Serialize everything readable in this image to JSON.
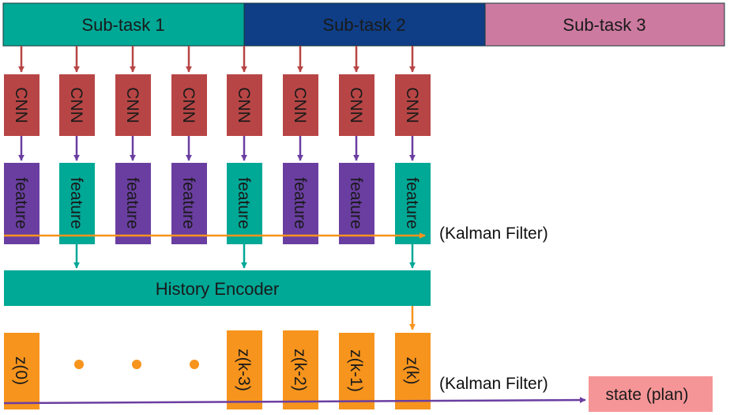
{
  "subtasks": [
    {
      "label": "Sub-task 1",
      "color": "#00a896"
    },
    {
      "label": "Sub-task 2",
      "color": "#0f3e86"
    },
    {
      "label": "Sub-task 3",
      "color": "#cd7aa0"
    }
  ],
  "cnn_blocks": [
    "CNN",
    "CNN",
    "CNN",
    "CNN",
    "CNN",
    "CNN",
    "CNN",
    "CNN"
  ],
  "feature_blocks": [
    {
      "label": "feature",
      "selected": false
    },
    {
      "label": "feature",
      "selected": true
    },
    {
      "label": "feature",
      "selected": false
    },
    {
      "label": "feature",
      "selected": false
    },
    {
      "label": "feature",
      "selected": true
    },
    {
      "label": "feature",
      "selected": false
    },
    {
      "label": "feature",
      "selected": false
    },
    {
      "label": "feature",
      "selected": true
    }
  ],
  "history_encoder": "History Encoder",
  "kalman_label_features": "(Kalman Filter)",
  "kalman_label_states": "(Kalman Filter)",
  "z_blocks": [
    "z(0)",
    "z(k-3)",
    "z(k-2)",
    "z(k-1)",
    "z(k)"
  ],
  "state_box": "state (plan)",
  "colors": {
    "teal": "#00a896",
    "navy": "#0f3e86",
    "pink": "#cd7aa0",
    "cnn": "#b84545",
    "feature_purple": "#6a3ea1",
    "orange": "#f7941d",
    "state": "#f59597",
    "arrow_red": "#b84545",
    "arrow_purple": "#6a3ea1",
    "arrow_teal": "#00a896",
    "arrow_orange": "#f7941d"
  }
}
